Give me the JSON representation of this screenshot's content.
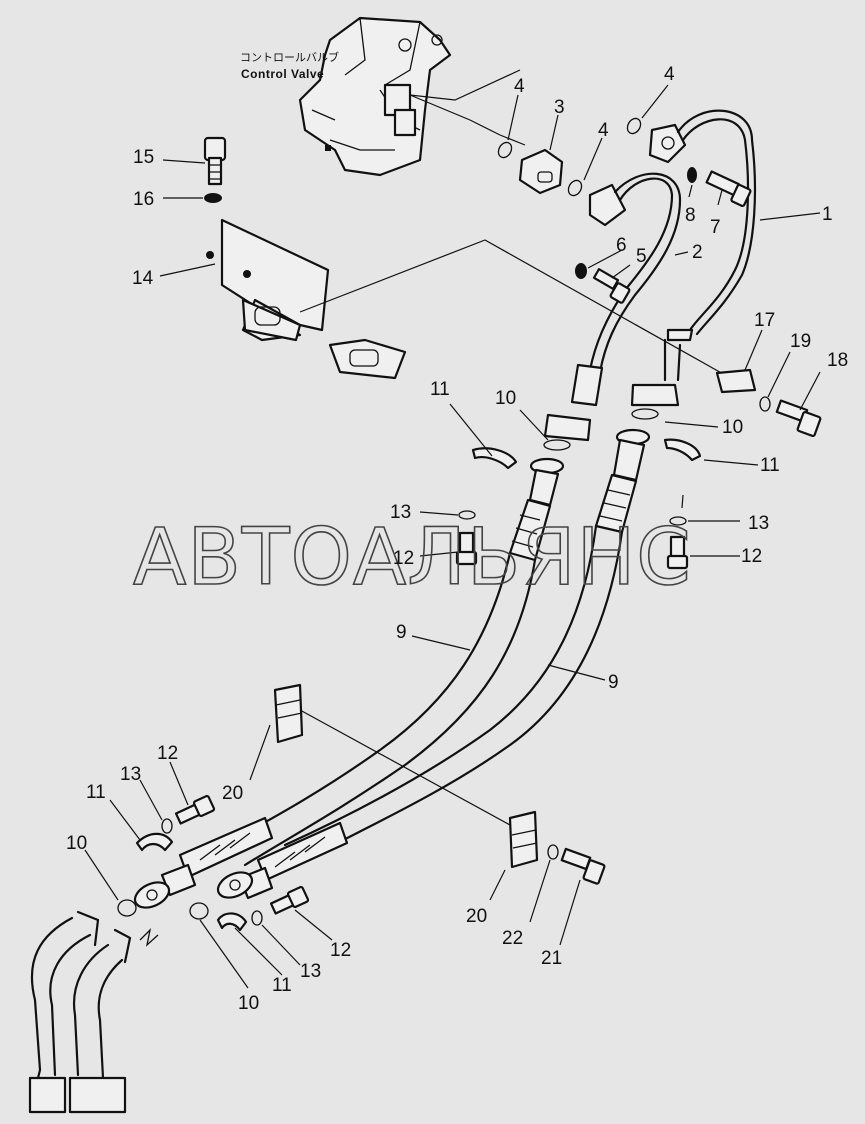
{
  "component_label": {
    "japanese": "コントロールバルブ",
    "english": "Control  Valve"
  },
  "watermark": "АВТОАЛЬЯНС",
  "callouts": {
    "c1": "1",
    "c2": "2",
    "c3": "3",
    "c4a": "4",
    "c4b": "4",
    "c4c": "4",
    "c5": "5",
    "c6": "6",
    "c7": "7",
    "c8": "8",
    "c9a": "9",
    "c9b": "9",
    "c10a": "10",
    "c10b": "10",
    "c10c": "10",
    "c10d": "10",
    "c11a": "11",
    "c11b": "11",
    "c11c": "11",
    "c11d": "11",
    "c12a": "12",
    "c12b": "12",
    "c12c": "12",
    "c12d": "12",
    "c13a": "13",
    "c13b": "13",
    "c13c": "13",
    "c13d": "13",
    "c14": "14",
    "c15": "15",
    "c16": "16",
    "c17": "17",
    "c18": "18",
    "c19": "19",
    "c20a": "20",
    "c20b": "20",
    "c21": "21",
    "c22": "22"
  }
}
